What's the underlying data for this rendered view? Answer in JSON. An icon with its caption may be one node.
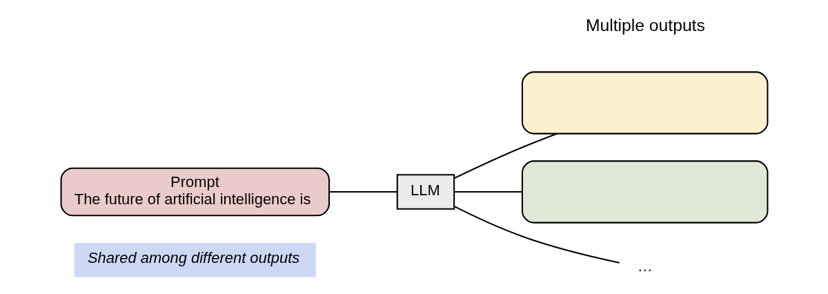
{
  "diagram": {
    "nodes": [
      {
        "text": [
          "Prompt",
          "The future of artificial intelligence is"
        ]
      },
      {
        "text": [
          "Shared among different outputs"
        ]
      },
      {
        "text": [
          "LLM"
        ]
      },
      {
        "text": [],
        "shape": "box"
      },
      {
        "text": [],
        "shape": "box"
      },
      {
        "text": [
          "…"
        ]
      }
    ],
    "edges": [
      {
        "from": 0,
        "to": 2,
        "arrow": "none"
      },
      {
        "from": 2,
        "to": 3,
        "arrow": "none"
      },
      {
        "from": 2,
        "to": 4,
        "arrow": "none"
      },
      {
        "from": 2,
        "to": 5,
        "arrow": "none"
      }
    ],
    "labels": [
      "Multiple outputs"
    ]
  }
}
